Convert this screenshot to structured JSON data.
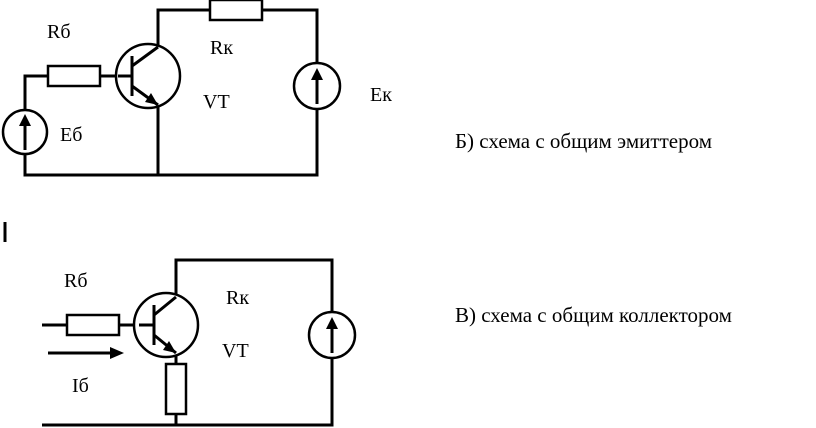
{
  "top_circuit": {
    "label_rb": "Rб",
    "label_rk": "Rк",
    "label_vt": "VT",
    "label_ek": "Eк",
    "label_eb": "Eб",
    "caption": "Б)  схема с общим эмиттером"
  },
  "bottom_circuit": {
    "label_rb": "Rб",
    "label_rk": "Rк",
    "label_vt": "VT",
    "label_ib": "Iб",
    "caption": "В) схема с общим коллектором"
  },
  "colors": {
    "ink": "#000000",
    "paper": "#ffffff"
  }
}
